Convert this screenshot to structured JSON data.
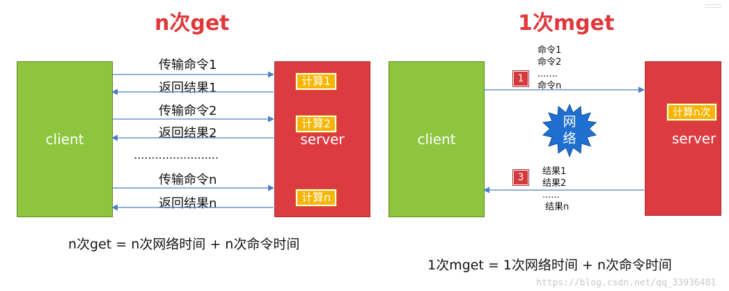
{
  "left": {
    "title": "n次get",
    "client_label": "client",
    "server_label": "server",
    "requests": [
      {
        "send": "传输命令1",
        "recv": "返回结果1",
        "calc": "计算1"
      },
      {
        "send": "传输命令2",
        "recv": "返回结果2",
        "calc": "计算2"
      },
      {
        "send": "传输命令n",
        "recv": "返回结果n",
        "calc": "计算n"
      }
    ],
    "ellipsis": "........................",
    "formula": "n次get = n次网络时间 + n次命令时间"
  },
  "right": {
    "title": "1次mget",
    "client_label": "client",
    "server_label": "server",
    "calc": "计算n次",
    "network": "网络",
    "step1": "1",
    "step3": "3",
    "commands": [
      "命令1",
      "命令2",
      ".......",
      "命令n"
    ],
    "results": [
      "结果1",
      "结果2",
      "......",
      "结果n"
    ],
    "formula": "1次mget = 1次网络时间 + n次命令时间"
  },
  "watermark": "https://blog.csdn.net/qq_33936481",
  "colors": {
    "title": "#e0383b",
    "client": "#8dc53f",
    "server": "#dc3c41",
    "calc": "#f7b500",
    "arrow": "#4a7fc1",
    "network": "#1e6fd0"
  }
}
